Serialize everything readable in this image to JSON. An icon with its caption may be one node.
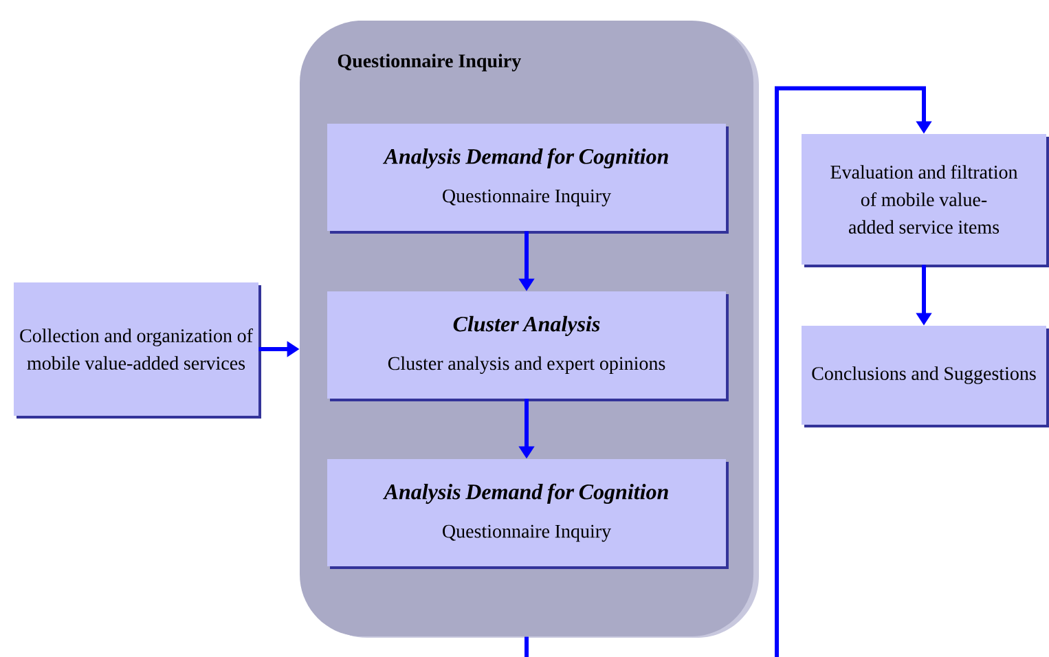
{
  "diagram": {
    "nodes": [
      {
        "text": [
          "Questionnaire Inquiry"
        ]
      },
      {
        "text": [
          "Analysis Demand for Cognition",
          "Questionnaire Inquiry"
        ],
        "in": 0
      },
      {
        "text": [
          "Cluster Analysis",
          "Cluster analysis and expert opinions"
        ],
        "in": 0
      },
      {
        "text": [
          "Analysis Demand for Cognition",
          "Questionnaire Inquiry"
        ],
        "in": 0
      },
      {
        "text": [
          "Collection and organization of mobile value-added services"
        ]
      },
      {
        "text": [
          "Evaluation and filtration of mobile value-added service items"
        ]
      },
      {
        "text": [
          "Conclusions and Suggestions"
        ]
      }
    ],
    "edges": [
      {
        "from": 4,
        "to": 0,
        "arrow": "to"
      },
      {
        "from": 1,
        "to": 2,
        "arrow": "to"
      },
      {
        "from": 2,
        "to": 3,
        "arrow": "to"
      },
      {
        "from": 0,
        "to": null,
        "arrow": "none"
      },
      {
        "from": null,
        "to": 5,
        "arrow": "to"
      },
      {
        "from": 5,
        "to": 6,
        "arrow": "to"
      }
    ]
  }
}
